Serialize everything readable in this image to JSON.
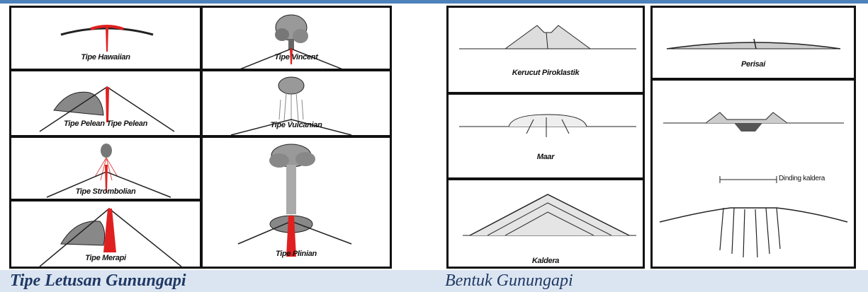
{
  "left_panel": {
    "title": "Tipe Letusan Gunungapi",
    "cells": {
      "hawaiian": "Tipe Hawaiian",
      "vincent": "Tipe Vincent",
      "pelean": "Tipe Pelean Tipe Pelean",
      "vulcanian": "Tipe Vulcanian",
      "strombolian": "Tipe Strombolian",
      "merapi": "Tipe Merapi",
      "plinian": "Tipe Plinian"
    }
  },
  "right_panel": {
    "title": "Bentuk Gunungapi",
    "cells": {
      "pyroclastic_cone": "Kerucut Piroklastik",
      "shield": "Perisai",
      "maar": "Maar",
      "caldera": "Kaldera",
      "caldera_wall": "Dinding kaldera"
    }
  },
  "colors": {
    "accent": "#4f81bd",
    "footer_bg": "#dbe5f1",
    "magma": "#e02020",
    "title_text": "#1f3864"
  }
}
